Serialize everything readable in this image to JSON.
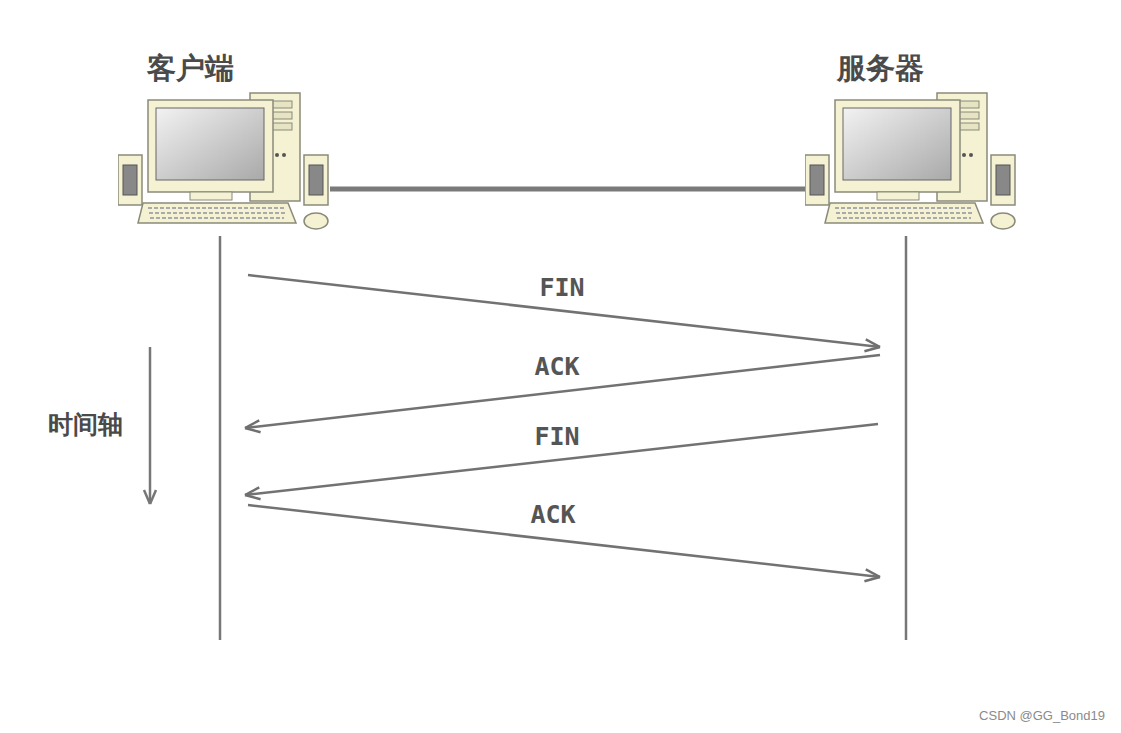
{
  "diagram": {
    "nodes": [
      {
        "text": [
          "客户端"
        ]
      },
      {
        "text": [
          "服务器"
        ]
      }
    ],
    "edges": [
      {
        "from": 0,
        "to": 1,
        "arrow": "none"
      },
      {
        "from": 0,
        "to": 1,
        "label": "FIN",
        "arrow": "to"
      },
      {
        "from": 1,
        "to": 0,
        "label": "ACK",
        "arrow": "to"
      },
      {
        "from": 1,
        "to": 0,
        "label": "FIN",
        "arrow": "to"
      },
      {
        "from": 0,
        "to": 1,
        "label": "ACK",
        "arrow": "to"
      }
    ],
    "labels": [
      "时间轴",
      "CSDN @GG_Bond19"
    ]
  }
}
